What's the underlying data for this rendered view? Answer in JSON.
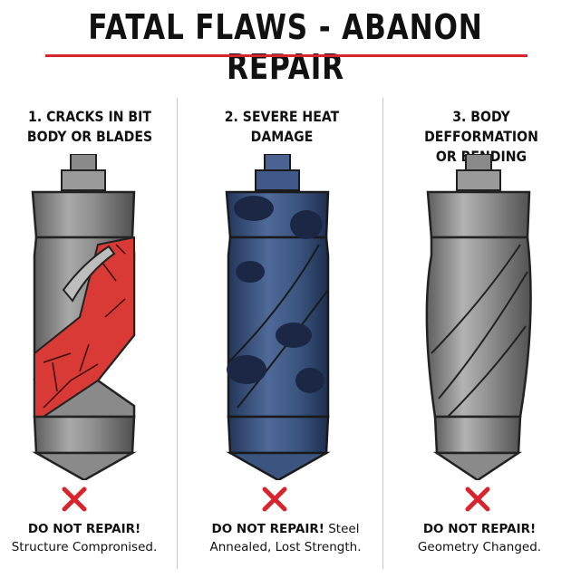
{
  "title": "FATAL FLAWS - ABANON REPAIR",
  "accent_color": "#d9232d",
  "panels": [
    {
      "title_line1": "1. CRACKS IN BIT",
      "title_line2": "BODY OR BLADES",
      "verdict": "DO NOT REPAIR!",
      "detail_inline": "",
      "detail": "Structure Compronised.",
      "condition_color": "#d93a36",
      "icon": "x-mark-icon"
    },
    {
      "title_line1": "2. SEVERE HEAT",
      "title_line2": "DAMAGE",
      "verdict": "DO NOT REPAIR!",
      "detail_inline": "Steel",
      "detail": "Annealed, Lost Strength.",
      "condition_color": "#2d4a7a",
      "icon": "x-mark-icon"
    },
    {
      "title_line1": "3. BODY DEFFORMATION",
      "title_line2": "OR BENDING",
      "verdict": "DO NOT REPAIR!",
      "detail_inline": "",
      "detail": "Geometry Changed.",
      "condition_color": "#8c8c8c",
      "icon": "x-mark-icon"
    }
  ]
}
